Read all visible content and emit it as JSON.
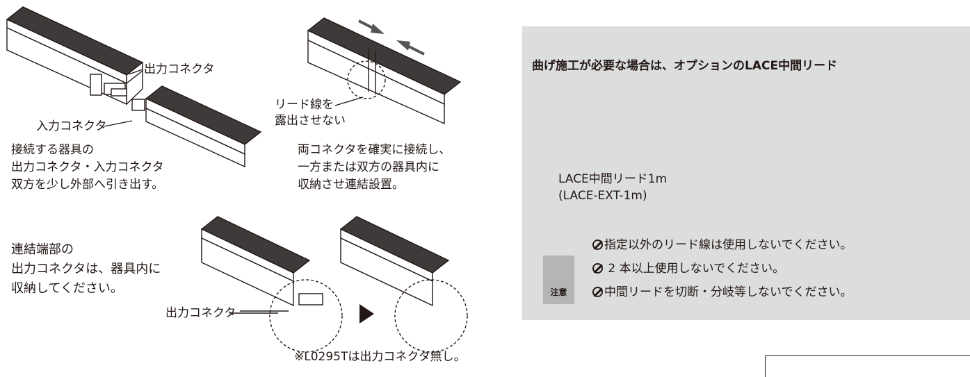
{
  "step1": {
    "output_connector": "出力コネクタ",
    "input_connector": "入力コネクタ",
    "desc": [
      "接続する器具の",
      "出力コネクタ・入力コネクタ",
      "双方を少し外部へ引き出す。"
    ]
  },
  "step2": {
    "lead_label": [
      "リード線を",
      "露出させない"
    ],
    "desc": [
      "両コネクタを確実に接続し、",
      "一方または双方の器具内に",
      "収納させ連結設置。"
    ]
  },
  "step3": {
    "desc": [
      "連結端部の",
      "出力コネクタは、器具内に",
      "収納してください。"
    ],
    "output_connector": "出力コネクタ",
    "footnote": "※L0295Tは出力コネクタ無し。"
  },
  "panel": {
    "title": "曲げ施工が必要な場合は、オプションのLACE中間リード",
    "lead_label": [
      "LACE中間リード1m",
      "(LACE-EXT-1m)"
    ],
    "caution_label": "注意",
    "notes": [
      "指定以外のリード線は使用しないでください。",
      "2 本以上使用しないでください。",
      "中間リードを切断・分岐等しないでください。"
    ]
  },
  "colors": {
    "panel_bg": "#dcdddd",
    "fixture_top": "#3e3a39",
    "caution_bg": "#b5b5b6"
  }
}
